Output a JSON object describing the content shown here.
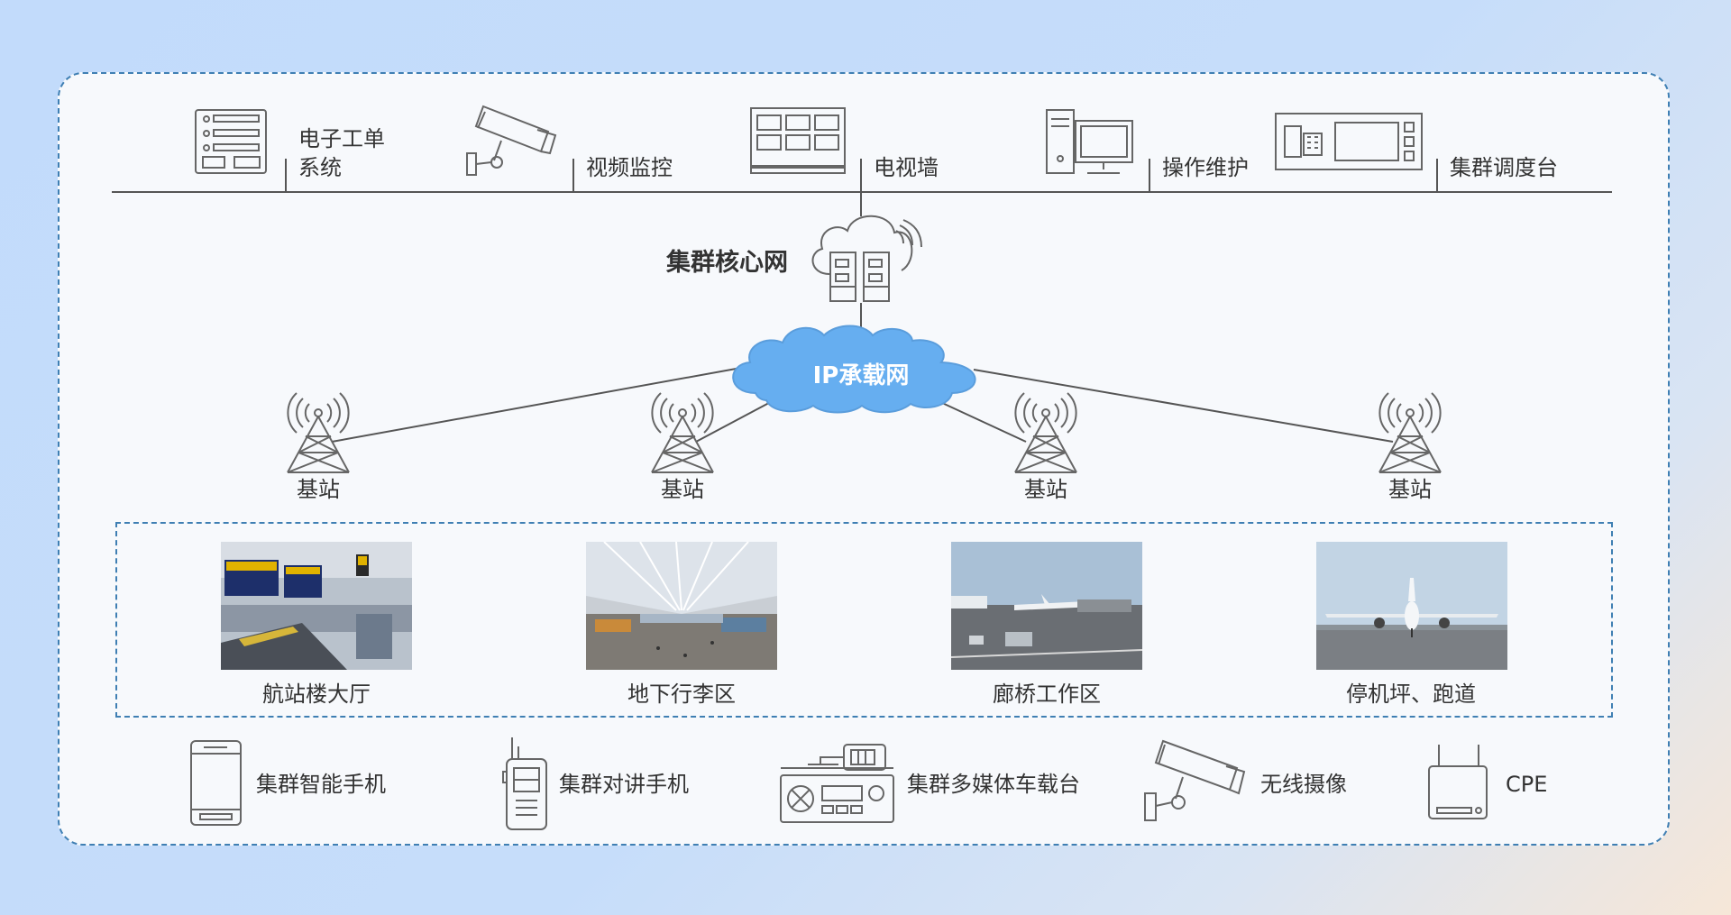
{
  "top_systems": [
    {
      "label": "电子工单\n系统",
      "icon": "work-order-icon"
    },
    {
      "label": "视频监控",
      "icon": "cctv-camera-icon"
    },
    {
      "label": "电视墙",
      "icon": "tv-wall-icon"
    },
    {
      "label": "操作维护",
      "icon": "desktop-computer-icon"
    },
    {
      "label": "集群调度台",
      "icon": "dispatch-console-icon"
    }
  ],
  "core_network": {
    "label": "集群核心网",
    "icon": "cloud-server-icon"
  },
  "bearer_network": {
    "label": "IP承载网"
  },
  "base_stations": [
    {
      "label": "基站"
    },
    {
      "label": "基站"
    },
    {
      "label": "基站"
    },
    {
      "label": "基站"
    }
  ],
  "coverage_areas": [
    {
      "label": "航站楼大厅"
    },
    {
      "label": "地下行李区"
    },
    {
      "label": "廊桥工作区"
    },
    {
      "label": "停机坪、跑道"
    }
  ],
  "terminals": [
    {
      "label": "集群智能手机",
      "icon": "smartphone-icon"
    },
    {
      "label": "集群对讲手机",
      "icon": "walkie-talkie-icon"
    },
    {
      "label": "集群多媒体车载台",
      "icon": "vehicle-radio-icon"
    },
    {
      "label": "无线摄像",
      "icon": "wireless-camera-icon"
    },
    {
      "label": "CPE",
      "icon": "cpe-router-icon"
    }
  ],
  "colors": {
    "line": "#555555",
    "frame": "#3f7fb3",
    "cloud": "#66aef0",
    "icon": "#666666"
  }
}
